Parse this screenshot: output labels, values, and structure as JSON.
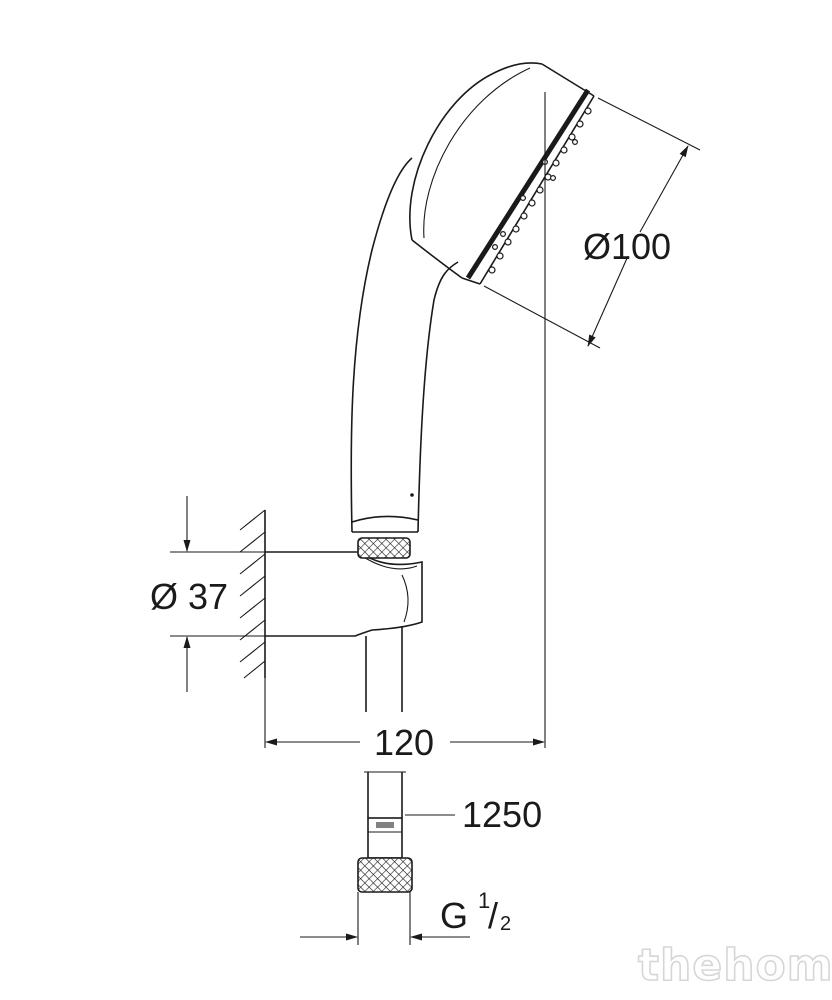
{
  "dimensions": {
    "head_diameter": "Ø100",
    "bracket_diameter": "Ø 37",
    "projection": "120",
    "hose_length": "1250",
    "thread": {
      "base": "G",
      "numerator": "1",
      "slash": "/",
      "denominator": "2"
    }
  },
  "watermark": "thehome",
  "colors": {
    "line": "#1a1a1a",
    "background": "#ffffff",
    "watermark_outline": "#d6d6d6"
  }
}
